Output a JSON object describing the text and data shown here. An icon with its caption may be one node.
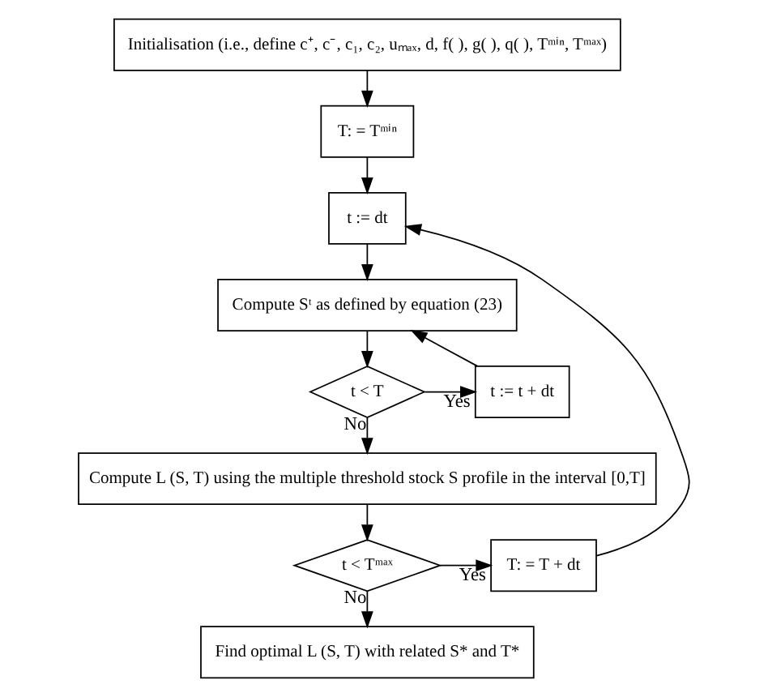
{
  "diagram": {
    "nodes": [
      {
        "text": [
          "Initialisation (i.e., define c⁺, c⁻, c₁, c₂, uₘₐₓ, d, f( ), g( ), q( ), Tᵐⁱⁿ, Tᵐᵃˣ)"
        ]
      },
      {
        "text": [
          "T: = Tᵐⁱⁿ"
        ]
      },
      {
        "text": [
          "t := dt"
        ]
      },
      {
        "text": [
          "Compute Sᵗ as defined by equation (23)"
        ]
      },
      {
        "text": [
          "t < T"
        ]
      },
      {
        "text": [
          "t := t + dt"
        ]
      },
      {
        "text": [
          "Compute L (S, T) using the multiple threshold stock S profile in the interval [0,T]"
        ]
      },
      {
        "text": [
          "t < Tᵐᵃˣ"
        ]
      },
      {
        "text": [
          "T: = T + dt"
        ]
      },
      {
        "text": [
          "Find optimal L (S, T) with related S* and T*"
        ]
      }
    ],
    "edges": [
      {
        "from": 0,
        "to": 1,
        "arrow": "to"
      },
      {
        "from": 1,
        "to": 2,
        "arrow": "to"
      },
      {
        "from": 2,
        "to": 3,
        "arrow": "to"
      },
      {
        "from": 3,
        "to": 4,
        "arrow": "to"
      },
      {
        "from": 4,
        "to": 5,
        "arrow": "to",
        "label": "Yes"
      },
      {
        "from": 5,
        "to": 3,
        "arrow": "to"
      },
      {
        "from": 4,
        "to": 6,
        "arrow": "to",
        "label": "No"
      },
      {
        "from": 6,
        "to": 7,
        "arrow": "to"
      },
      {
        "from": 7,
        "to": 8,
        "arrow": "to",
        "label": "Yes"
      },
      {
        "from": 8,
        "to": 2,
        "arrow": "to"
      },
      {
        "from": 7,
        "to": 9,
        "arrow": "to",
        "label": "No"
      }
    ]
  }
}
